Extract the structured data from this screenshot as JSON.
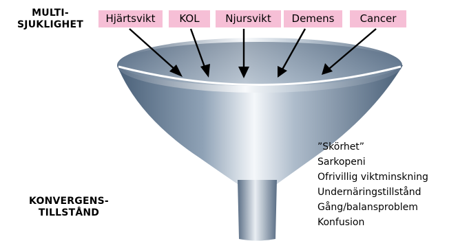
{
  "left_labels": {
    "top": [
      "MULTI-",
      "SJUKLIGHET"
    ],
    "bottom": [
      "KONVERGENS-",
      "TILLSTÅND"
    ]
  },
  "diagnoses": [
    "Hjärtsvikt",
    "KOL",
    "Njursvikt",
    "Demens",
    "Cancer"
  ],
  "conditions": [
    "”Skörhet”",
    "Sarkopeni",
    "Ofrivillig viktminskning",
    "Undernäringstillstånd",
    "Gång/balansproblem",
    "Konfusion"
  ],
  "colors": {
    "tag_background": "#f6bfd6",
    "funnel_dark": "#4a6078",
    "funnel_light": "#f4f7fa",
    "arrow": "#000000"
  }
}
